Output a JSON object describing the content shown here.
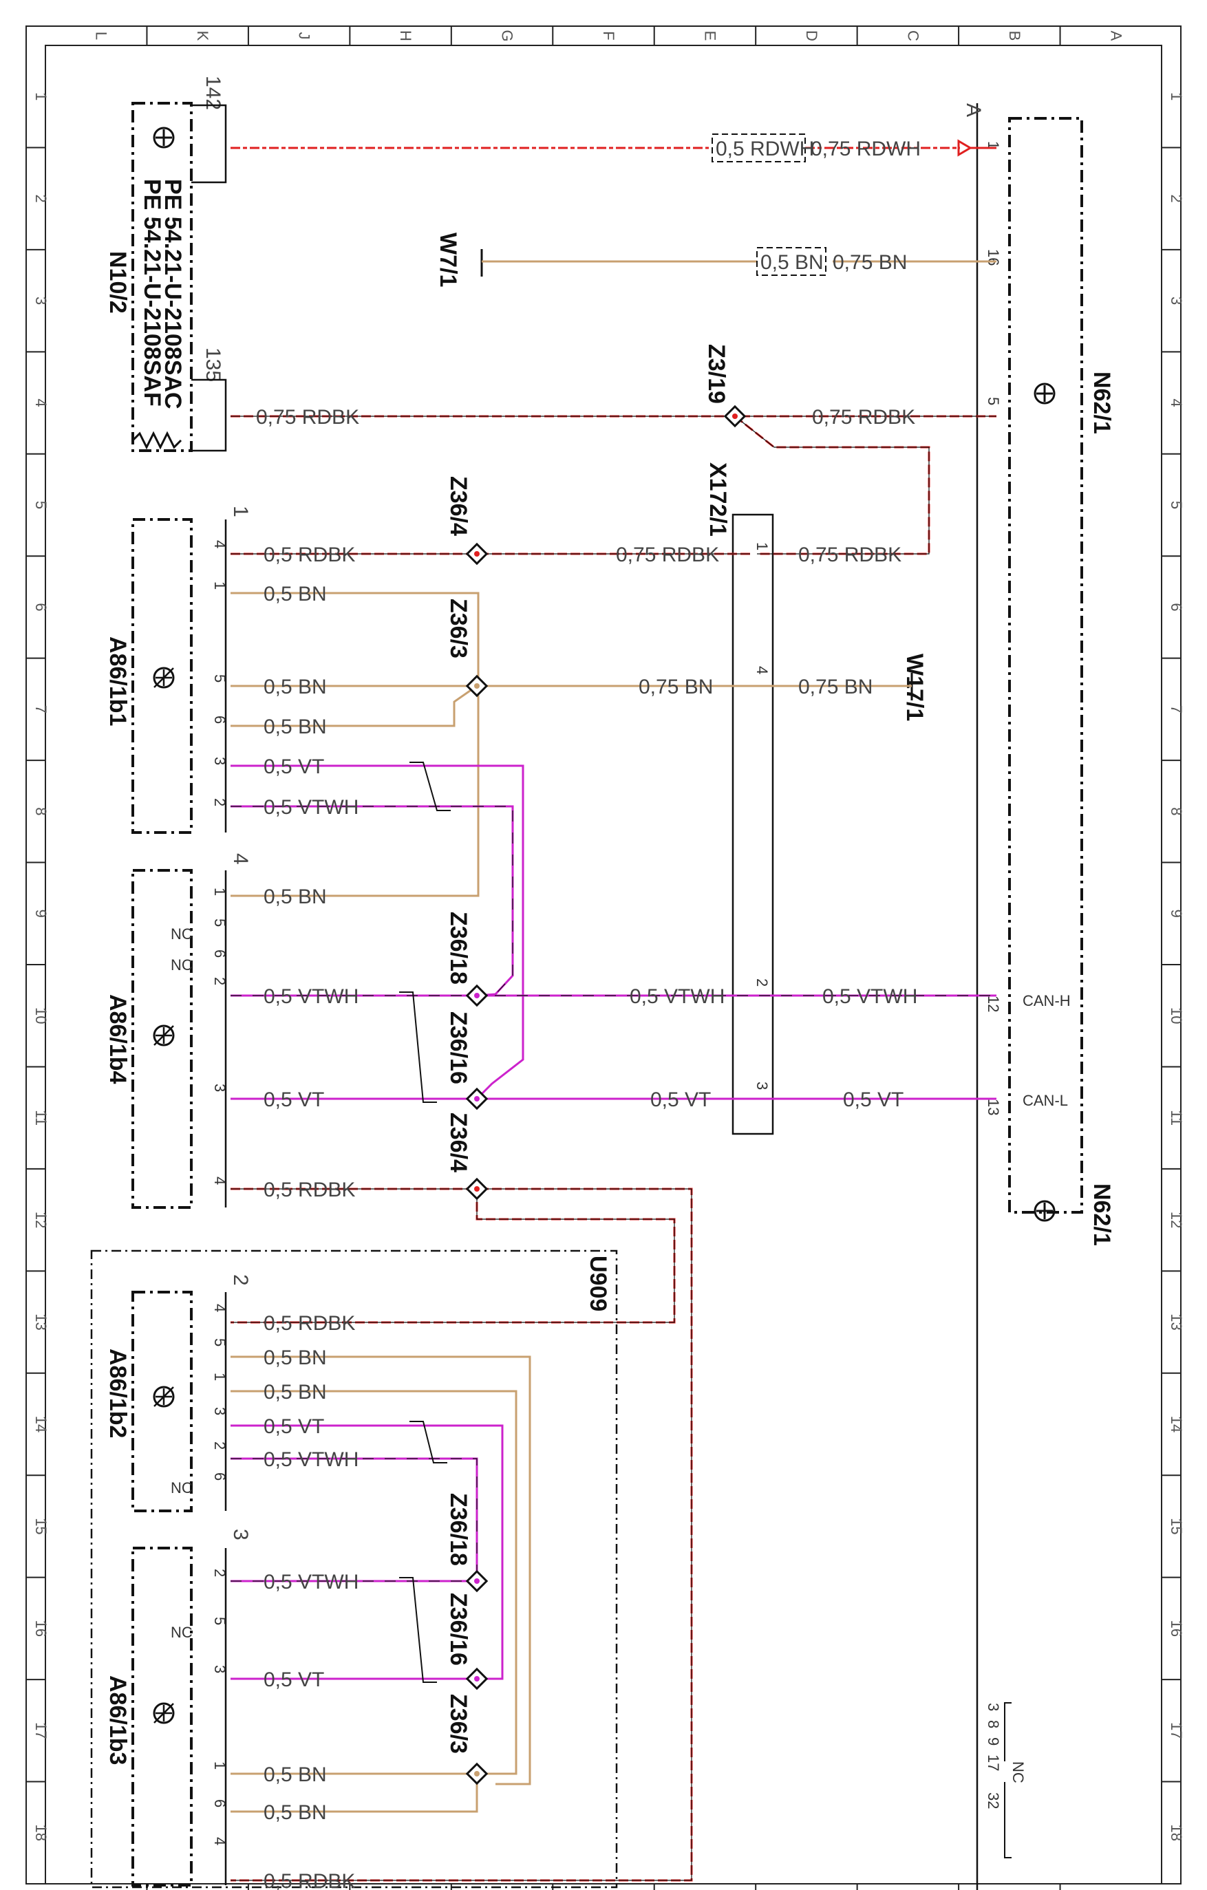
{
  "colors": {
    "RD": "#e02020",
    "BK": "#111111",
    "BN": "#c8a070",
    "VT": "#cc22cc",
    "WH": "#ffffff",
    "frame": "#222222"
  },
  "border": {
    "columns": [
      "L",
      "K",
      "J",
      "H",
      "G",
      "F",
      "E",
      "D",
      "C",
      "B",
      "A"
    ],
    "rows": [
      "1",
      "2",
      "3",
      "4",
      "5",
      "6",
      "7",
      "8",
      "9",
      "10",
      "11",
      "12",
      "13",
      "14",
      "15",
      "16",
      "17",
      "18"
    ]
  },
  "components": {
    "n10_2": {
      "name": "N10/2",
      "pe1": "PE 54.21-U-2108SAC",
      "pe2": "PE 54.21-U-2108SAF",
      "pin142": "142",
      "pin135": "135"
    },
    "n62_1_top": {
      "name": "N62/1",
      "conn": "A",
      "pin1": "1",
      "pin16": "16",
      "pin5": "5",
      "pin12": "12",
      "pin13": "13",
      "canh": "CAN-H",
      "canl": "CAN-L"
    },
    "n62_1_bottom": {
      "name": "N62/1",
      "pins": [
        "3",
        "8",
        "9",
        "17",
        "32"
      ],
      "nc": "NC"
    },
    "w7_1": "W7/1",
    "w17_1": "W17/1",
    "x172_1": {
      "name": "X172/1",
      "pins": [
        "1",
        "4",
        "2",
        "3"
      ]
    },
    "u909": "U909",
    "a86_1b1": {
      "name": "A86/1b1",
      "conn": "1",
      "pins": [
        "4",
        "1",
        "5",
        "6",
        "3",
        "2"
      ]
    },
    "a86_1b4": {
      "name": "A86/1b4",
      "conn": "4",
      "pins": [
        "1",
        "5",
        "6",
        "2",
        "3",
        "4"
      ],
      "nc": "NC"
    },
    "a86_1b2": {
      "name": "A86/1b2",
      "conn": "2",
      "pins": [
        "4",
        "5",
        "1",
        "3",
        "2",
        "6"
      ],
      "nc": "NC"
    },
    "a86_1b3": {
      "name": "A86/1b3",
      "conn": "3",
      "pins": [
        "2",
        "5",
        "3",
        "1",
        "6",
        "4"
      ],
      "nc": "NC"
    }
  },
  "splices": {
    "z3_19": "Z3/19",
    "z36_4a": "Z36/4",
    "z36_3a": "Z36/3",
    "z36_18a": "Z36/18",
    "z36_16a": "Z36/16",
    "z36_4b": "Z36/4",
    "z36_18b": "Z36/18",
    "z36_16b": "Z36/16",
    "z36_3b": "Z36/3"
  },
  "wires": {
    "w1a": "0,5 RDWH",
    "w1b": "0,75 RDWH",
    "w2a": "0,5 BN",
    "w2b": "0,75 BN",
    "w3a": "0,75 RDBK",
    "w3b": "0,75 RDBK",
    "w4a": "0,5 RDBK",
    "w4b": "0,75 RDBK",
    "w4c": "0,75 RDBK",
    "w5": "0,5 BN",
    "w6a": "0,5 BN",
    "w6b": "0,75 BN",
    "w6c": "0,75 BN",
    "w7": "0,5 BN",
    "w8": "0,5 VT",
    "w9": "0,5 VTWH",
    "w10": "0,5 BN",
    "w11a": "0,5 VTWH",
    "w11b": "0,5 VTWH",
    "w11c": "0,5 VTWH",
    "w12a": "0,5 VT",
    "w12b": "0,5 VT",
    "w12c": "0,5 VT",
    "w13": "0,5 RDBK",
    "b2_4": "0,5 RDBK",
    "b2_5": "0,5 BN",
    "b2_1": "0,5 BN",
    "b2_3": "0,5 VT",
    "b2_2": "0,5 VTWH",
    "b3_2": "0,5 VTWH",
    "b3_3": "0,5 VT",
    "b3_1": "0,5 BN",
    "b3_6": "0,5 BN",
    "b3_4": "0,5 RDBK"
  }
}
